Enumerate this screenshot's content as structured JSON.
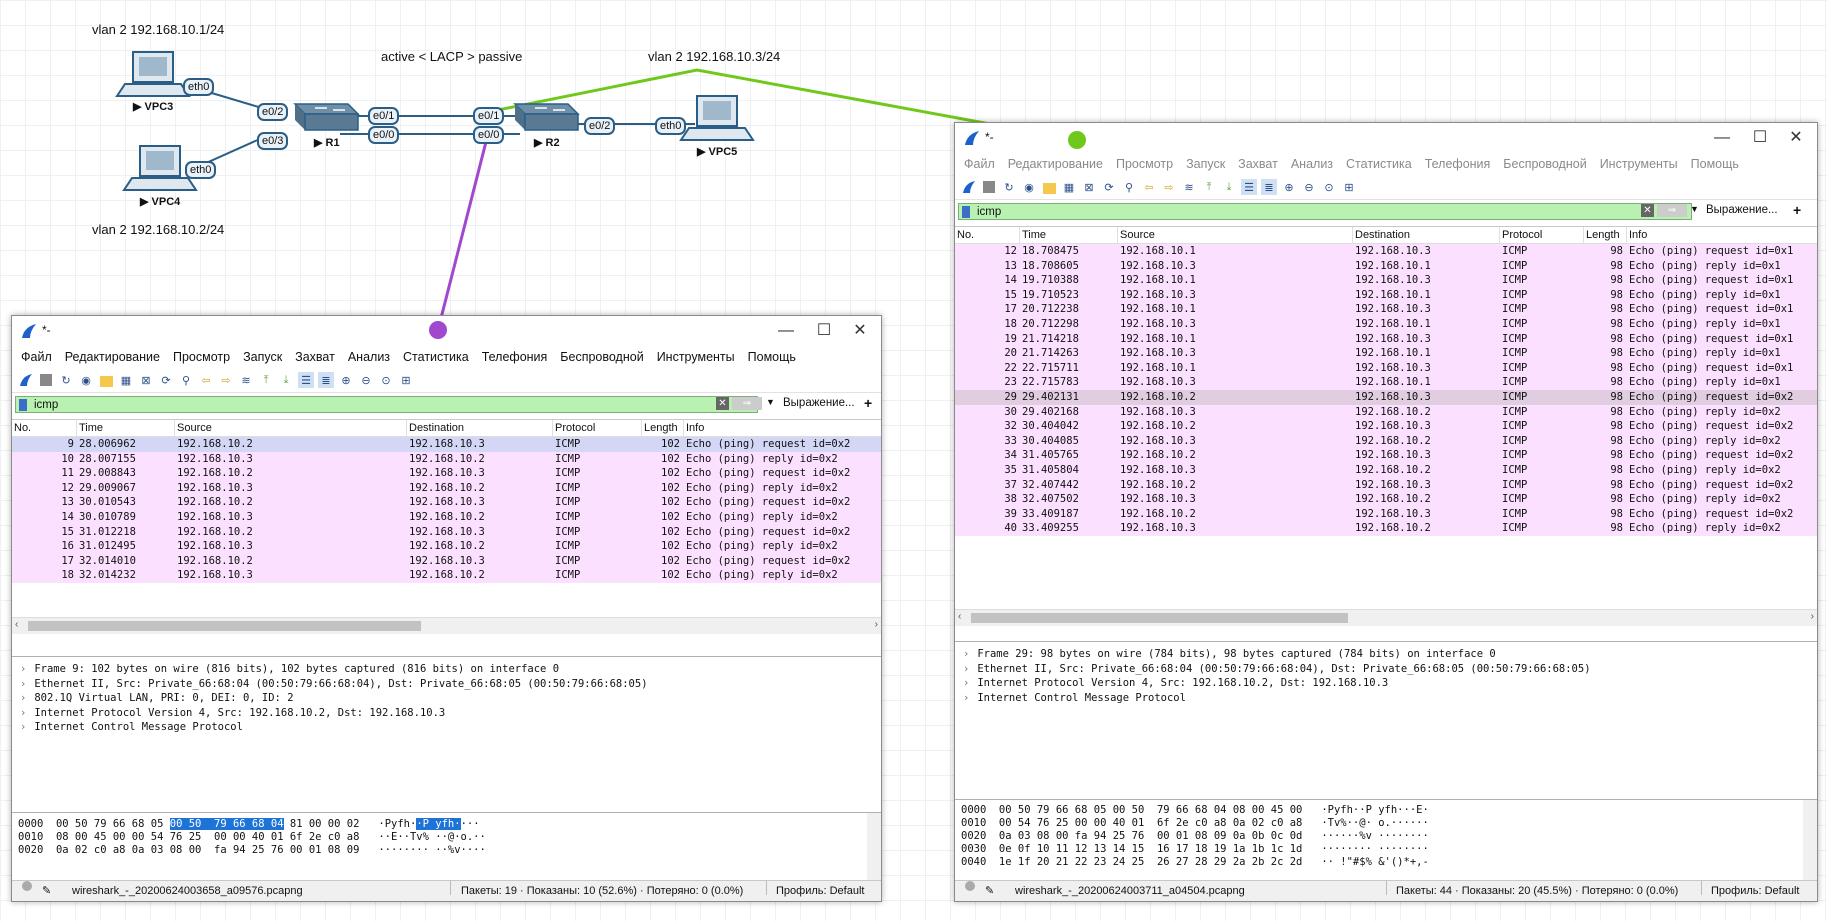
{
  "topology": {
    "labels": {
      "vpc3_net": "vlan 2 192.168.10.1/24",
      "vpc4_net": "vlan 2 192.168.10.2/24",
      "vpc5_net": "vlan 2 192.168.10.3/24",
      "lacp": "active < LACP > passive"
    },
    "nodes": {
      "vpc3": "VPC3",
      "vpc4": "VPC4",
      "vpc5": "VPC5",
      "r1": "R1",
      "r2": "R2"
    },
    "ports": {
      "vpc3_eth0": "eth0",
      "vpc4_eth0": "eth0",
      "vpc5_eth0": "eth0",
      "r1_e02": "e0/2",
      "r1_e03": "e0/3",
      "r1_e01": "e0/1",
      "r1_e00": "e0/0",
      "r2_e01": "e0/1",
      "r2_e00": "e0/0",
      "r2_e02": "e0/2"
    },
    "colors": {
      "capture_left": "#a148cf",
      "capture_right": "#71c81c",
      "link": "#2a5e86"
    }
  },
  "menu": [
    "Файл",
    "Редактирование",
    "Просмотр",
    "Захват",
    "Анализ",
    "Статистика",
    "Телефония",
    "Беспроводной",
    "Инструменты",
    "Помощь"
  ],
  "menu_capture": "Запуск",
  "columns": {
    "no": "No.",
    "time": "Time",
    "source": "Source",
    "destination": "Destination",
    "protocol": "Protocol",
    "length": "Length",
    "info": "Info"
  },
  "win_left": {
    "title": "*-",
    "filter": {
      "value": "icmp",
      "expr_label": "Выражение..."
    },
    "packets": [
      {
        "no": "9",
        "time": "28.006962",
        "src": "192.168.10.2",
        "dst": "192.168.10.3",
        "proto": "ICMP",
        "len": "102",
        "info": "Echo (ping) request  id=0x2"
      },
      {
        "no": "10",
        "time": "28.007155",
        "src": "192.168.10.3",
        "dst": "192.168.10.2",
        "proto": "ICMP",
        "len": "102",
        "info": "Echo (ping) reply    id=0x2"
      },
      {
        "no": "11",
        "time": "29.008843",
        "src": "192.168.10.2",
        "dst": "192.168.10.3",
        "proto": "ICMP",
        "len": "102",
        "info": "Echo (ping) request  id=0x2"
      },
      {
        "no": "12",
        "time": "29.009067",
        "src": "192.168.10.3",
        "dst": "192.168.10.2",
        "proto": "ICMP",
        "len": "102",
        "info": "Echo (ping) reply    id=0x2"
      },
      {
        "no": "13",
        "time": "30.010543",
        "src": "192.168.10.2",
        "dst": "192.168.10.3",
        "proto": "ICMP",
        "len": "102",
        "info": "Echo (ping) request  id=0x2"
      },
      {
        "no": "14",
        "time": "30.010789",
        "src": "192.168.10.3",
        "dst": "192.168.10.2",
        "proto": "ICMP",
        "len": "102",
        "info": "Echo (ping) reply    id=0x2"
      },
      {
        "no": "15",
        "time": "31.012218",
        "src": "192.168.10.2",
        "dst": "192.168.10.3",
        "proto": "ICMP",
        "len": "102",
        "info": "Echo (ping) request  id=0x2"
      },
      {
        "no": "16",
        "time": "31.012495",
        "src": "192.168.10.3",
        "dst": "192.168.10.2",
        "proto": "ICMP",
        "len": "102",
        "info": "Echo (ping) reply    id=0x2"
      },
      {
        "no": "17",
        "time": "32.014010",
        "src": "192.168.10.2",
        "dst": "192.168.10.3",
        "proto": "ICMP",
        "len": "102",
        "info": "Echo (ping) request  id=0x2"
      },
      {
        "no": "18",
        "time": "32.014232",
        "src": "192.168.10.3",
        "dst": "192.168.10.2",
        "proto": "ICMP",
        "len": "102",
        "info": "Echo (ping) reply    id=0x2"
      }
    ],
    "details": [
      "Frame 9: 102 bytes on wire (816 bits), 102 bytes captured (816 bits) on interface 0",
      "Ethernet II, Src: Private_66:68:04 (00:50:79:66:68:04), Dst: Private_66:68:05 (00:50:79:66:68:05)",
      "802.1Q Virtual LAN, PRI: 0, DEI: 0, ID: 2",
      "Internet Protocol Version 4, Src: 192.168.10.2, Dst: 192.168.10.3",
      "Internet Control Message Protocol"
    ],
    "hex": [
      {
        "off": "0000",
        "pre": "00 50 79 66 68 05 ",
        "hl": "00 50  79 66 68 04",
        "post": " 81 00 00 02   ",
        "apre": "·Pyfh·",
        "ahl": "·P yfh·",
        "apost": "···"
      },
      {
        "off": "0010",
        "pre": "08 00 45 00 00 54 76 25  00 00 40 01 6f 2e c0 a8   ··E··Tv% ··@·o.··",
        "hl": "",
        "post": "",
        "apre": "",
        "ahl": "",
        "apost": ""
      },
      {
        "off": "0020",
        "pre": "0a 02 c0 a8 0a 03 08 00  fa 94 25 76 00 01 08 09   ········ ··%v····",
        "hl": "",
        "post": "",
        "apre": "",
        "ahl": "",
        "apost": ""
      }
    ],
    "status": {
      "file": "wireshark_-_20200624003658_a09576.pcapng",
      "stats": "Пакеты: 19 · Показаны: 10 (52.6%) · Потеряно: 0 (0.0%)",
      "profile": "Профиль: Default"
    }
  },
  "win_right": {
    "title": "*-",
    "filter": {
      "value": "icmp",
      "expr_label": "Выражение..."
    },
    "packets": [
      {
        "no": "12",
        "time": "18.708475",
        "src": "192.168.10.1",
        "dst": "192.168.10.3",
        "proto": "ICMP",
        "len": "98",
        "info": "Echo (ping) request  id=0x1"
      },
      {
        "no": "13",
        "time": "18.708605",
        "src": "192.168.10.3",
        "dst": "192.168.10.1",
        "proto": "ICMP",
        "len": "98",
        "info": "Echo (ping) reply    id=0x1"
      },
      {
        "no": "14",
        "time": "19.710388",
        "src": "192.168.10.1",
        "dst": "192.168.10.3",
        "proto": "ICMP",
        "len": "98",
        "info": "Echo (ping) request  id=0x1"
      },
      {
        "no": "15",
        "time": "19.710523",
        "src": "192.168.10.3",
        "dst": "192.168.10.1",
        "proto": "ICMP",
        "len": "98",
        "info": "Echo (ping) reply    id=0x1"
      },
      {
        "no": "17",
        "time": "20.712238",
        "src": "192.168.10.1",
        "dst": "192.168.10.3",
        "proto": "ICMP",
        "len": "98",
        "info": "Echo (ping) request  id=0x1"
      },
      {
        "no": "18",
        "time": "20.712298",
        "src": "192.168.10.3",
        "dst": "192.168.10.1",
        "proto": "ICMP",
        "len": "98",
        "info": "Echo (ping) reply    id=0x1"
      },
      {
        "no": "19",
        "time": "21.714218",
        "src": "192.168.10.1",
        "dst": "192.168.10.3",
        "proto": "ICMP",
        "len": "98",
        "info": "Echo (ping) request  id=0x1"
      },
      {
        "no": "20",
        "time": "21.714263",
        "src": "192.168.10.3",
        "dst": "192.168.10.1",
        "proto": "ICMP",
        "len": "98",
        "info": "Echo (ping) reply    id=0x1"
      },
      {
        "no": "22",
        "time": "22.715711",
        "src": "192.168.10.1",
        "dst": "192.168.10.3",
        "proto": "ICMP",
        "len": "98",
        "info": "Echo (ping) request  id=0x1"
      },
      {
        "no": "23",
        "time": "22.715783",
        "src": "192.168.10.3",
        "dst": "192.168.10.1",
        "proto": "ICMP",
        "len": "98",
        "info": "Echo (ping) reply    id=0x1"
      },
      {
        "no": "29",
        "time": "29.402131",
        "src": "192.168.10.2",
        "dst": "192.168.10.3",
        "proto": "ICMP",
        "len": "98",
        "info": "Echo (ping) request  id=0x2"
      },
      {
        "no": "30",
        "time": "29.402168",
        "src": "192.168.10.3",
        "dst": "192.168.10.2",
        "proto": "ICMP",
        "len": "98",
        "info": "Echo (ping) reply    id=0x2"
      },
      {
        "no": "32",
        "time": "30.404042",
        "src": "192.168.10.2",
        "dst": "192.168.10.3",
        "proto": "ICMP",
        "len": "98",
        "info": "Echo (ping) request  id=0x2"
      },
      {
        "no": "33",
        "time": "30.404085",
        "src": "192.168.10.3",
        "dst": "192.168.10.2",
        "proto": "ICMP",
        "len": "98",
        "info": "Echo (ping) reply    id=0x2"
      },
      {
        "no": "34",
        "time": "31.405765",
        "src": "192.168.10.2",
        "dst": "192.168.10.3",
        "proto": "ICMP",
        "len": "98",
        "info": "Echo (ping) request  id=0x2"
      },
      {
        "no": "35",
        "time": "31.405804",
        "src": "192.168.10.3",
        "dst": "192.168.10.2",
        "proto": "ICMP",
        "len": "98",
        "info": "Echo (ping) reply    id=0x2"
      },
      {
        "no": "37",
        "time": "32.407442",
        "src": "192.168.10.2",
        "dst": "192.168.10.3",
        "proto": "ICMP",
        "len": "98",
        "info": "Echo (ping) request  id=0x2"
      },
      {
        "no": "38",
        "time": "32.407502",
        "src": "192.168.10.3",
        "dst": "192.168.10.2",
        "proto": "ICMP",
        "len": "98",
        "info": "Echo (ping) reply    id=0x2"
      },
      {
        "no": "39",
        "time": "33.409187",
        "src": "192.168.10.2",
        "dst": "192.168.10.3",
        "proto": "ICMP",
        "len": "98",
        "info": "Echo (ping) request  id=0x2"
      },
      {
        "no": "40",
        "time": "33.409255",
        "src": "192.168.10.3",
        "dst": "192.168.10.2",
        "proto": "ICMP",
        "len": "98",
        "info": "Echo (ping) reply    id=0x2"
      }
    ],
    "details": [
      "Frame 29: 98 bytes on wire (784 bits), 98 bytes captured (784 bits) on interface 0",
      "Ethernet II, Src: Private_66:68:04 (00:50:79:66:68:04), Dst: Private_66:68:05 (00:50:79:66:68:05)",
      "Internet Protocol Version 4, Src: 192.168.10.2, Dst: 192.168.10.3",
      "Internet Control Message Protocol"
    ],
    "hex": [
      "0000  00 50 79 66 68 05 00 50  79 66 68 04 08 00 45 00   ·Pyfh··P yfh···E·",
      "0010  00 54 76 25 00 00 40 01  6f 2e c0 a8 0a 02 c0 a8   ·Tv%··@· o.······",
      "0020  0a 03 08 00 fa 94 25 76  00 01 08 09 0a 0b 0c 0d   ······%v ········",
      "0030  0e 0f 10 11 12 13 14 15  16 17 18 19 1a 1b 1c 1d   ········ ········",
      "0040  1e 1f 20 21 22 23 24 25  26 27 28 29 2a 2b 2c 2d   ·· !\"#$% &'()*+,-"
    ],
    "status": {
      "file": "wireshark_-_20200624003711_a04504.pcapng",
      "stats": "Пакеты: 44 · Показаны: 20 (45.5%) · Потеряно: 0 (0.0%)",
      "profile": "Профиль: Default"
    }
  }
}
